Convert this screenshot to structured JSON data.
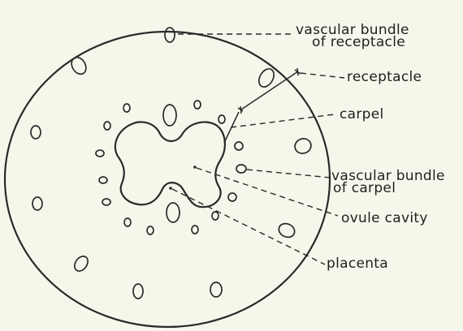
{
  "labels": {
    "vascular_bundle_of_receptacle": [
      "vascular bundle",
      "of receptacle"
    ],
    "receptacle": "receptacle",
    "carpel": "carpel",
    "vascular_bundle_of_carpel": [
      "vascular bundle",
      "of carpel"
    ],
    "ovule_cavity": "ovule cavity",
    "placenta": "placenta"
  }
}
